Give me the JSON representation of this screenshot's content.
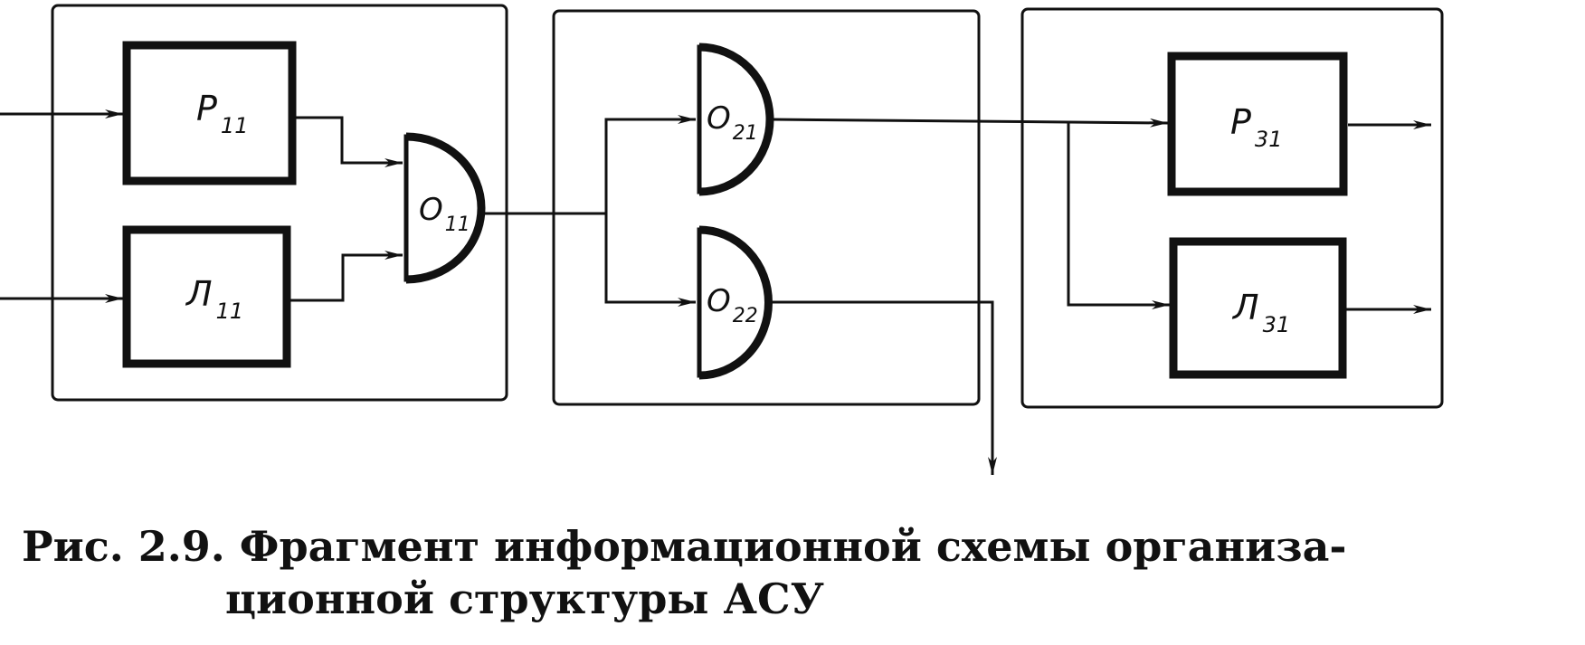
{
  "diagram": {
    "nodes": [
      {
        "id": "P11",
        "main": "P",
        "sub": "11"
      },
      {
        "id": "L11",
        "main": "Л",
        "sub": "11"
      },
      {
        "id": "O11",
        "main": "О",
        "sub": "11"
      },
      {
        "id": "O21",
        "main": "О",
        "sub": "21"
      },
      {
        "id": "O22",
        "main": "О",
        "sub": "22"
      },
      {
        "id": "P31",
        "main": "P",
        "sub": "31"
      },
      {
        "id": "L31",
        "main": "Л",
        "sub": "31"
      }
    ],
    "edges": [
      [
        "input",
        "P11"
      ],
      [
        "input",
        "L11"
      ],
      [
        "P11",
        "O11"
      ],
      [
        "L11",
        "O11"
      ],
      [
        "O11",
        "O21"
      ],
      [
        "O11",
        "O22"
      ],
      [
        "O21",
        "P31"
      ],
      [
        "O21",
        "L31"
      ],
      [
        "O22",
        "output-down"
      ],
      [
        "P31",
        "output"
      ],
      [
        "L31",
        "output"
      ]
    ]
  },
  "caption": {
    "line1": "Рис. 2.9. Фрагмент информационной схемы организа-",
    "line2": "ционной структуры АСУ"
  }
}
